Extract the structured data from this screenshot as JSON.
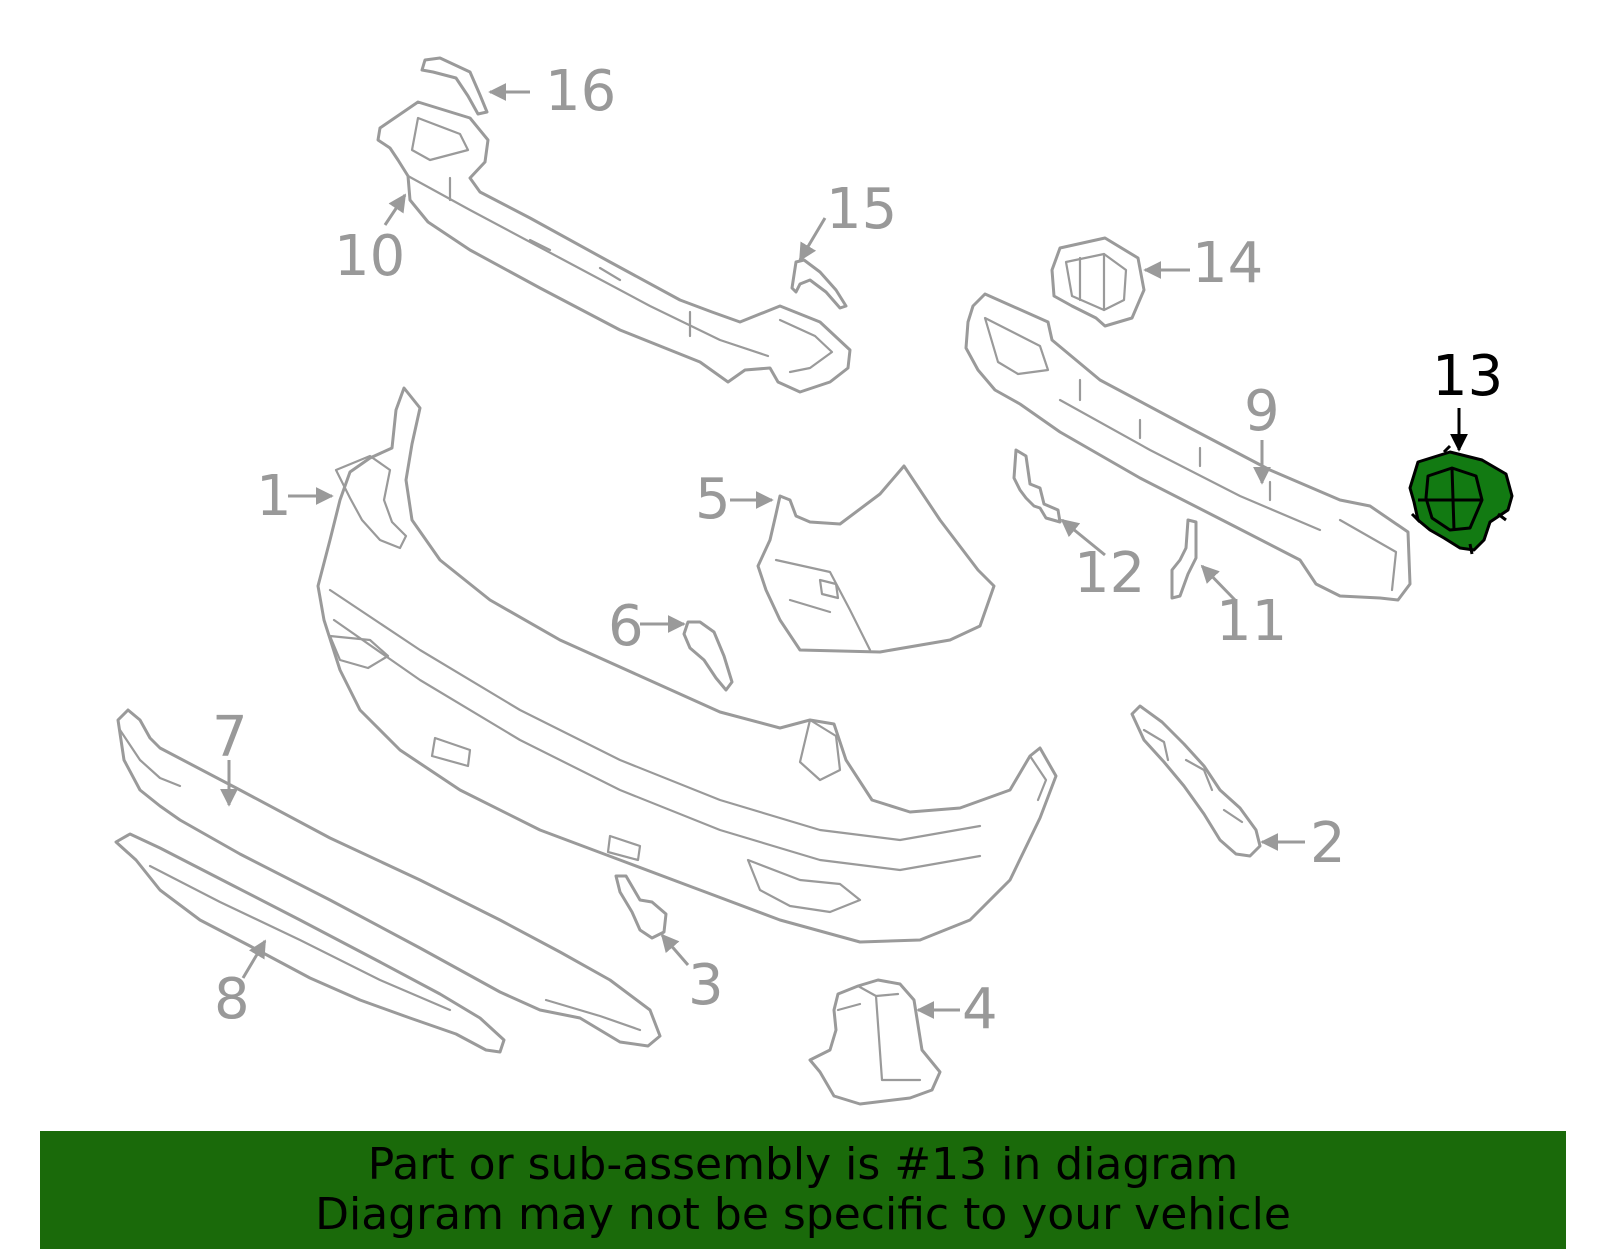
{
  "diagram": {
    "highlight_color": "#127a12",
    "banner_color": "#1a6a0a",
    "callouts": {
      "c1": "1",
      "c2": "2",
      "c3": "3",
      "c4": "4",
      "c5": "5",
      "c6": "6",
      "c7": "7",
      "c8": "8",
      "c9": "9",
      "c10": "10",
      "c11": "11",
      "c12": "12",
      "c13": "13",
      "c14": "14",
      "c15": "15",
      "c16": "16"
    },
    "highlighted_part": "13"
  },
  "banner": {
    "line1": "Part or sub-assembly is #13 in diagram",
    "line2": "Diagram may not be specific to your vehicle"
  }
}
